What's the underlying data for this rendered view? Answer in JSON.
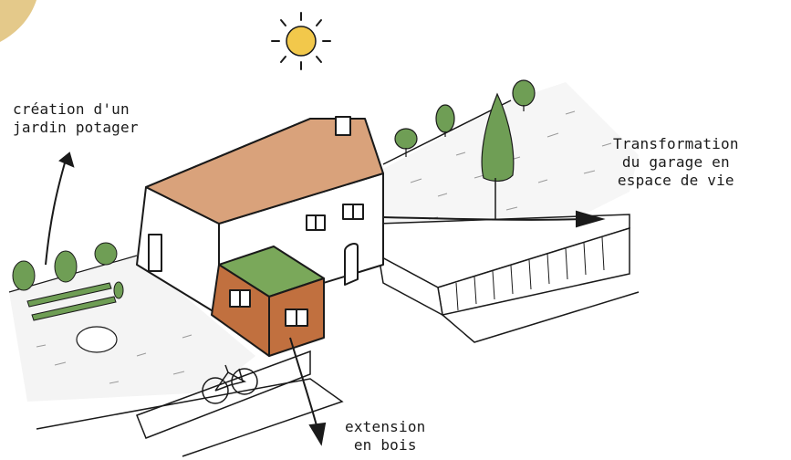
{
  "annotations": {
    "garden": {
      "line1": "création d'un",
      "line2": "jardin potager"
    },
    "garage": {
      "line1": "Transformation",
      "line2": "du garage en",
      "line3": "espace de vie"
    },
    "extension": {
      "line1": "extension",
      "line2": "en bois"
    }
  },
  "colors": {
    "ink": "#1a1a1a",
    "roof": "#d9a27b",
    "wood_cladding": "#c1703f",
    "green_roof": "#7aa85a",
    "tree": "#6f9e55",
    "sun": "#f2c84b",
    "ground": "#e6e6e6",
    "corner_accent": "#e4c98a"
  }
}
